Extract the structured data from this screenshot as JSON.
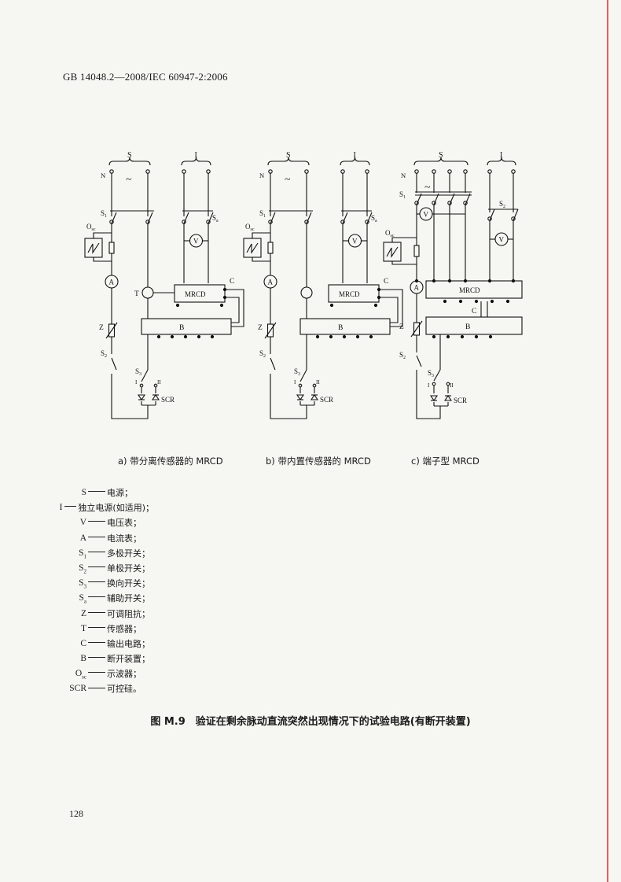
{
  "header": {
    "standard": "GB 14048.2—2008/IEC 60947-2:2006"
  },
  "diagram_labels": {
    "S": "S",
    "I": "I",
    "N": "N",
    "S1": "S",
    "S1_sub": "1",
    "S2": "S",
    "S2_sub": "2",
    "S3": "S",
    "S3_sub": "3",
    "Sa": "S",
    "Sa_sub": "a",
    "Osc": "O",
    "Osc_sub": "sc",
    "A": "A",
    "V": "V",
    "Z": "Z",
    "T": "T",
    "C": "C",
    "B": "B",
    "MRCD": "MRCD",
    "SCR": "SCR",
    "I_roman": "I",
    "II_roman": "II",
    "tilde": "~"
  },
  "captions": {
    "a": "a) 带分离传感器的 MRCD",
    "b": "b) 带内置传感器的 MRCD",
    "c": "c) 端子型 MRCD"
  },
  "legend": [
    {
      "sym": "S",
      "sub": "",
      "desc": "电源；"
    },
    {
      "sym": "I",
      "sub": "",
      "desc": "独立电源(如适用)；"
    },
    {
      "sym": "V",
      "sub": "",
      "desc": "电压表；"
    },
    {
      "sym": "A",
      "sub": "",
      "desc": "电流表；"
    },
    {
      "sym": "S",
      "sub": "1",
      "desc": "多极开关；"
    },
    {
      "sym": "S",
      "sub": "2",
      "desc": "单极开关；"
    },
    {
      "sym": "S",
      "sub": "3",
      "desc": "换向开关；"
    },
    {
      "sym": "S",
      "sub": "a",
      "desc": "辅助开关；"
    },
    {
      "sym": "Z",
      "sub": "",
      "desc": "可调阻抗；"
    },
    {
      "sym": "T",
      "sub": "",
      "desc": "传感器；"
    },
    {
      "sym": "C",
      "sub": "",
      "desc": "输出电路；"
    },
    {
      "sym": "B",
      "sub": "",
      "desc": "断开装置；"
    },
    {
      "sym": "O",
      "sub": "sc",
      "desc": "示波器；"
    },
    {
      "sym": "SCR",
      "sub": "",
      "desc": "可控硅。"
    }
  ],
  "figure_title": "图 M.9　验证在剩余脉动直流突然出现情况下的试验电路(有断开装置)",
  "page_number": "128"
}
